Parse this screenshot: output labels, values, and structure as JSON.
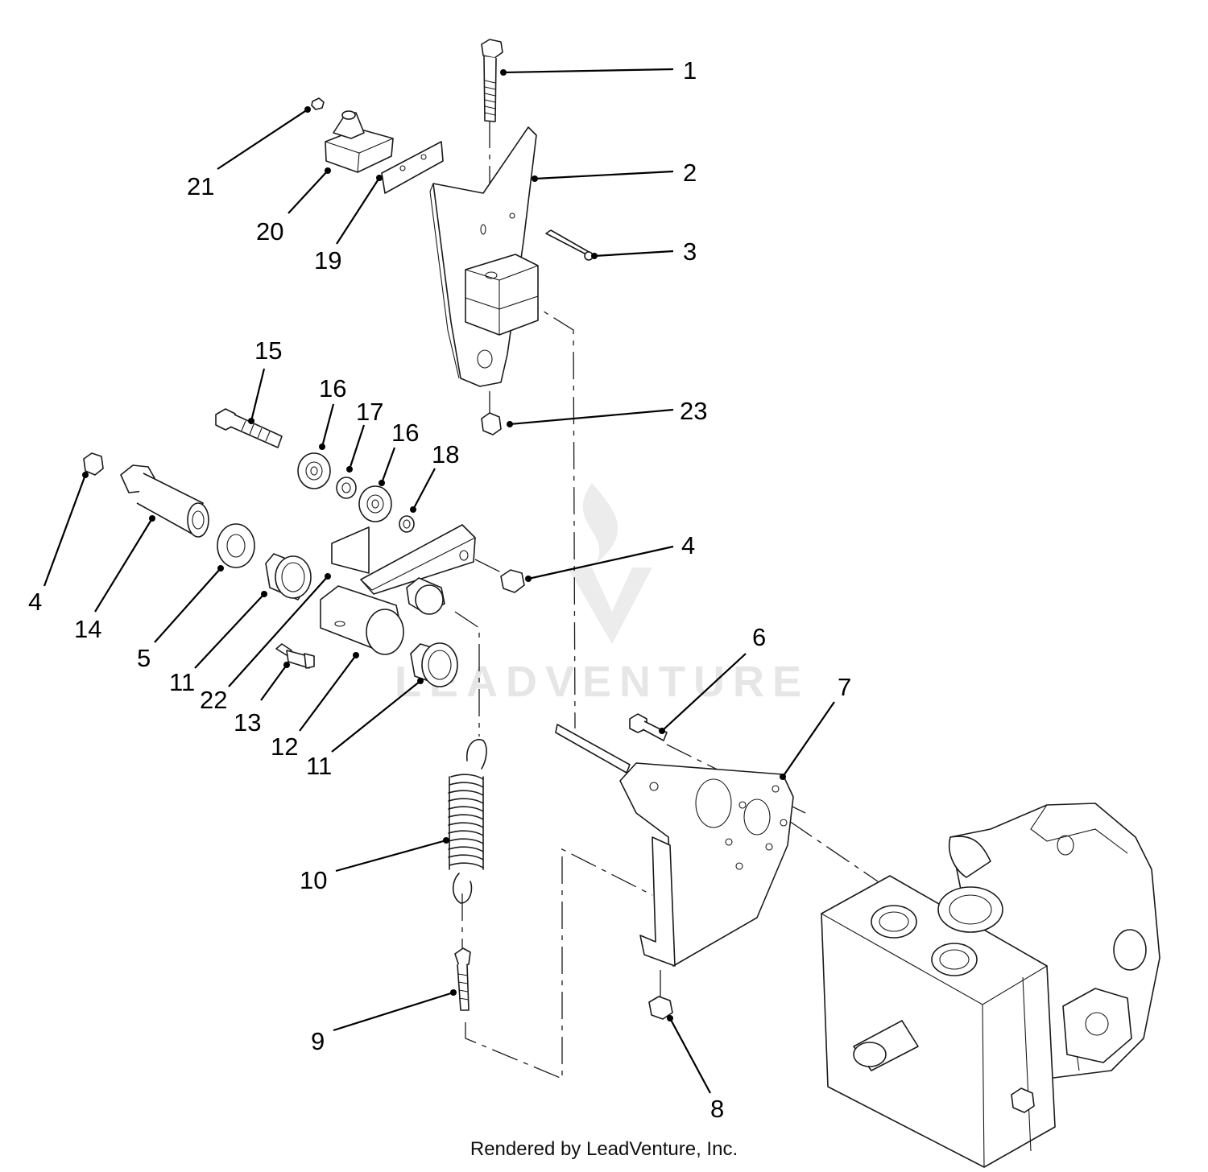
{
  "watermark": "LEADVENTURE",
  "credit": "Rendered by LeadVenture, Inc.",
  "callouts": [
    {
      "id": "c1",
      "label": "1"
    },
    {
      "id": "c2",
      "label": "2"
    },
    {
      "id": "c3",
      "label": "3"
    },
    {
      "id": "c4a",
      "label": "4"
    },
    {
      "id": "c4b",
      "label": "4"
    },
    {
      "id": "c5",
      "label": "5"
    },
    {
      "id": "c6",
      "label": "6"
    },
    {
      "id": "c7",
      "label": "7"
    },
    {
      "id": "c8",
      "label": "8"
    },
    {
      "id": "c9",
      "label": "9"
    },
    {
      "id": "c10",
      "label": "10"
    },
    {
      "id": "c11a",
      "label": "11"
    },
    {
      "id": "c11b",
      "label": "11"
    },
    {
      "id": "c12",
      "label": "12"
    },
    {
      "id": "c13",
      "label": "13"
    },
    {
      "id": "c14",
      "label": "14"
    },
    {
      "id": "c15",
      "label": "15"
    },
    {
      "id": "c16a",
      "label": "16"
    },
    {
      "id": "c16b",
      "label": "16"
    },
    {
      "id": "c17",
      "label": "17"
    },
    {
      "id": "c18",
      "label": "18"
    },
    {
      "id": "c19",
      "label": "19"
    },
    {
      "id": "c20",
      "label": "20"
    },
    {
      "id": "c21",
      "label": "21"
    },
    {
      "id": "c22",
      "label": "22"
    },
    {
      "id": "c23",
      "label": "23"
    }
  ]
}
